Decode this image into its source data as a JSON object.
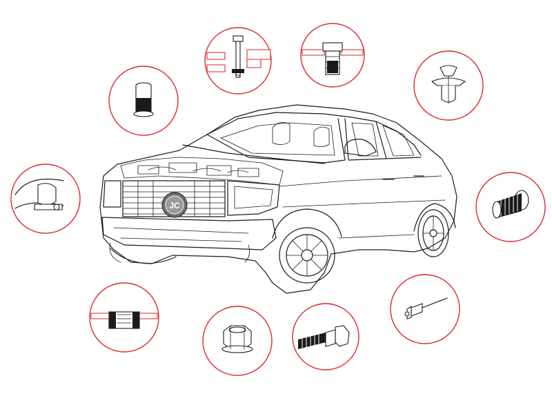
{
  "colors": {
    "accent": "#d9262b",
    "ink": "#1a1a1a",
    "background": "#ffffff"
  },
  "logo": {
    "text": "JC",
    "name": "brand-logo-badge"
  },
  "parts": [
    {
      "id": "flange-bolt-section",
      "icon": "flange-bolt-section-icon"
    },
    {
      "id": "hex-insert-section",
      "icon": "hex-insert-section-icon"
    },
    {
      "id": "blind-rivet-nut",
      "icon": "blind-rivet-nut-icon"
    },
    {
      "id": "plastic-push-clip",
      "icon": "plastic-push-clip-icon"
    },
    {
      "id": "pipe-clamp",
      "icon": "pipe-clamp-icon"
    },
    {
      "id": "threaded-insert",
      "icon": "threaded-insert-icon"
    },
    {
      "id": "press-nut-section",
      "icon": "press-nut-section-icon"
    },
    {
      "id": "hex-flange-nut",
      "icon": "hex-flange-nut-icon"
    },
    {
      "id": "wheel-bolt",
      "icon": "wheel-bolt-icon"
    },
    {
      "id": "pop-rivet",
      "icon": "pop-rivet-icon"
    }
  ]
}
